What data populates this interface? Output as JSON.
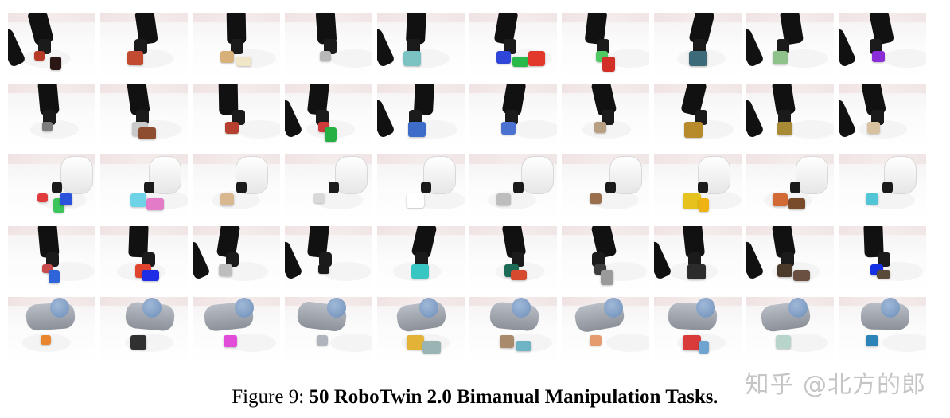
{
  "figure": {
    "label": "Figure 9:",
    "title": "50 RoboTwin 2.0 Bimanual Manipulation Tasks",
    "end": "."
  },
  "watermark": {
    "text": "知乎 @北方的郎"
  },
  "grid": {
    "rows": 5,
    "columns": 10,
    "tiles": [
      {
        "robot": "black-arm",
        "objects": [
          "#b73a26",
          "#2a1713"
        ]
      },
      {
        "robot": "black-arm",
        "objects": [
          "#c24a30"
        ]
      },
      {
        "robot": "black-arm",
        "objects": [
          "#d8b07a",
          "#f1e6c8"
        ]
      },
      {
        "robot": "black-arm",
        "objects": [
          "#b8b8b8"
        ]
      },
      {
        "robot": "black-arm",
        "objects": [
          "#7bc3c2"
        ]
      },
      {
        "robot": "black-arm",
        "objects": [
          "#2f46d8",
          "#29b94b",
          "#e2382c"
        ]
      },
      {
        "robot": "black-arm",
        "objects": [
          "#4fca62",
          "#d23027"
        ]
      },
      {
        "robot": "black-arm",
        "objects": [
          "#3d6a79"
        ]
      },
      {
        "robot": "black-arm",
        "objects": [
          "#8fc28b"
        ]
      },
      {
        "robot": "black-arm",
        "objects": [
          "#8a2dd7"
        ]
      },
      {
        "robot": "black-arm",
        "objects": [
          "#7d7d7d"
        ]
      },
      {
        "robot": "black-arm",
        "objects": [
          "#c9c9c9",
          "#8e4d2f"
        ]
      },
      {
        "robot": "black-arm",
        "objects": [
          "#b6402f"
        ]
      },
      {
        "robot": "black-arm",
        "objects": [
          "#d03a3a",
          "#26b043"
        ]
      },
      {
        "robot": "black-arm",
        "objects": [
          "#3d6cc9"
        ]
      },
      {
        "robot": "black-arm",
        "objects": [
          "#4b72d1"
        ]
      },
      {
        "robot": "black-arm",
        "objects": [
          "#b89f81"
        ]
      },
      {
        "robot": "black-arm",
        "objects": [
          "#b78b2c"
        ]
      },
      {
        "robot": "black-arm",
        "objects": [
          "#a88935"
        ]
      },
      {
        "robot": "black-arm",
        "objects": [
          "#d9c2a0"
        ]
      },
      {
        "robot": "white-arm",
        "objects": [
          "#e23b3b",
          "#3bc55a",
          "#2b52db"
        ]
      },
      {
        "robot": "white-arm",
        "objects": [
          "#6fd3e8",
          "#e47bc8"
        ]
      },
      {
        "robot": "white-arm",
        "objects": [
          "#d9b88f"
        ]
      },
      {
        "robot": "white-arm",
        "objects": [
          "#d9d9d9"
        ]
      },
      {
        "robot": "white-arm",
        "objects": [
          "#ffffff"
        ]
      },
      {
        "robot": "white-arm",
        "objects": [
          "#bdbdbd"
        ]
      },
      {
        "robot": "white-arm",
        "objects": [
          "#9a6f4b"
        ]
      },
      {
        "robot": "white-arm",
        "objects": [
          "#e5c21d",
          "#eeb312"
        ]
      },
      {
        "robot": "white-arm",
        "objects": [
          "#d26a36",
          "#7a4b2a"
        ]
      },
      {
        "robot": "white-arm",
        "objects": [
          "#52c6d6"
        ]
      },
      {
        "robot": "black-arm",
        "objects": [
          "#c94a4a",
          "#2f63d8"
        ]
      },
      {
        "robot": "black-arm",
        "objects": [
          "#e1432d",
          "#1f2ee6"
        ]
      },
      {
        "robot": "black-arm",
        "objects": [
          "#bdbdbd"
        ]
      },
      {
        "robot": "black-arm",
        "objects": [
          "#1a1a1a"
        ]
      },
      {
        "robot": "black-arm",
        "objects": [
          "#38c6c2"
        ]
      },
      {
        "robot": "black-arm",
        "objects": [
          "#1d6b56",
          "#d64a2f"
        ]
      },
      {
        "robot": "black-arm",
        "objects": [
          "#3d3d3d",
          "#9a9a9a"
        ]
      },
      {
        "robot": "black-arm",
        "objects": [
          "#2c2c2c"
        ]
      },
      {
        "robot": "black-arm",
        "objects": [
          "#4b3a2a",
          "#6a5040"
        ]
      },
      {
        "robot": "black-arm",
        "objects": [
          "#1631e3",
          "#5a4a3a"
        ]
      },
      {
        "robot": "gray-arm",
        "objects": [
          "#e9862d"
        ]
      },
      {
        "robot": "gray-arm",
        "objects": [
          "#303030"
        ]
      },
      {
        "robot": "gray-arm",
        "objects": [
          "#e14cd8"
        ]
      },
      {
        "robot": "gray-arm",
        "objects": [
          "#b0b4bb"
        ]
      },
      {
        "robot": "gray-arm",
        "objects": [
          "#e2b337",
          "#9ab4b3"
        ]
      },
      {
        "robot": "gray-arm",
        "objects": [
          "#a98a6a",
          "#6fb4c4"
        ]
      },
      {
        "robot": "gray-arm",
        "objects": [
          "#e49b6d"
        ]
      },
      {
        "robot": "gray-arm",
        "objects": [
          "#d93b3b",
          "#6fa3d0"
        ]
      },
      {
        "robot": "gray-arm",
        "objects": [
          "#b8d5cc"
        ]
      },
      {
        "robot": "gray-arm",
        "objects": [
          "#2c83b8"
        ]
      }
    ]
  }
}
